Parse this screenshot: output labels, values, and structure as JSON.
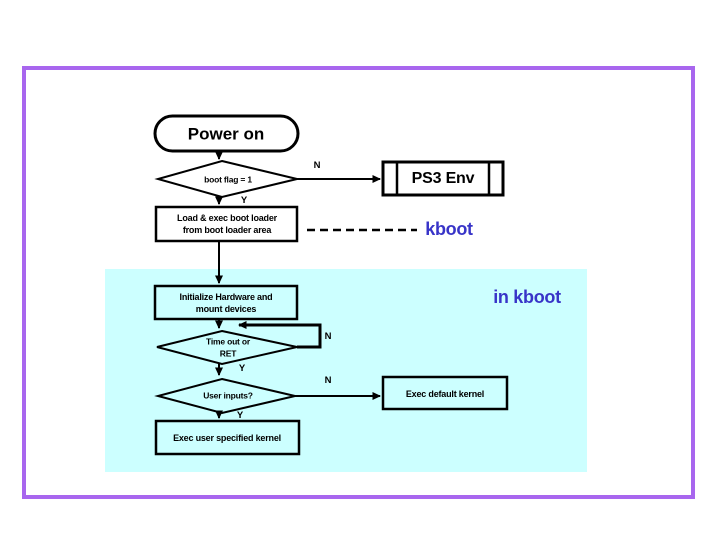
{
  "diagram": {
    "title_node": "Power on",
    "nodes": {
      "boot_flag": "boot flag = 1",
      "ps3_env": "PS3 Env",
      "load_exec_line1": "Load & exec boot loader",
      "load_exec_line2": "from boot loader area",
      "init_hw_line1": "Initialize Hardware and",
      "init_hw_line2": "mount devices",
      "timeout_line1": "Time out or",
      "timeout_line2": "RET",
      "user_inputs": "User inputs?",
      "exec_default": "Exec default kernel",
      "exec_user": "Exec user specified kernel"
    },
    "labels": {
      "kboot": "kboot",
      "in_kboot": "in kboot",
      "branch_n1": "N",
      "branch_y1": "Y",
      "branch_n2": "N",
      "branch_y2": "Y",
      "branch_n3": "N",
      "branch_y3": "Y"
    },
    "colors": {
      "frame_purple": "#a866ee",
      "region_cyan": "#ccffff",
      "label_blue": "#3834c8",
      "line_black": "#000000",
      "shape_fill": "#ffffff"
    }
  }
}
